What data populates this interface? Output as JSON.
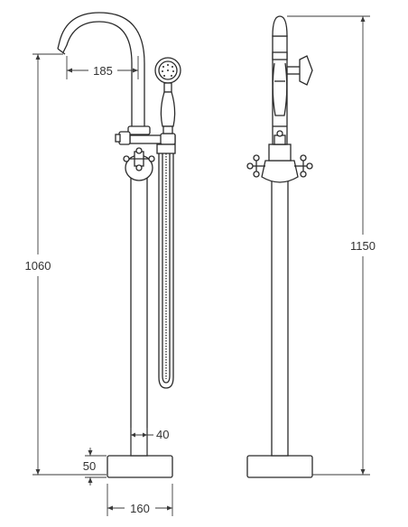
{
  "dimensions": {
    "spout_reach": "185",
    "height_to_spout": "1060",
    "total_height": "1150",
    "column_diameter": "40",
    "base_height": "50",
    "base_width": "160"
  },
  "colors": {
    "line": "#2a2a2a",
    "background": "#ffffff"
  }
}
